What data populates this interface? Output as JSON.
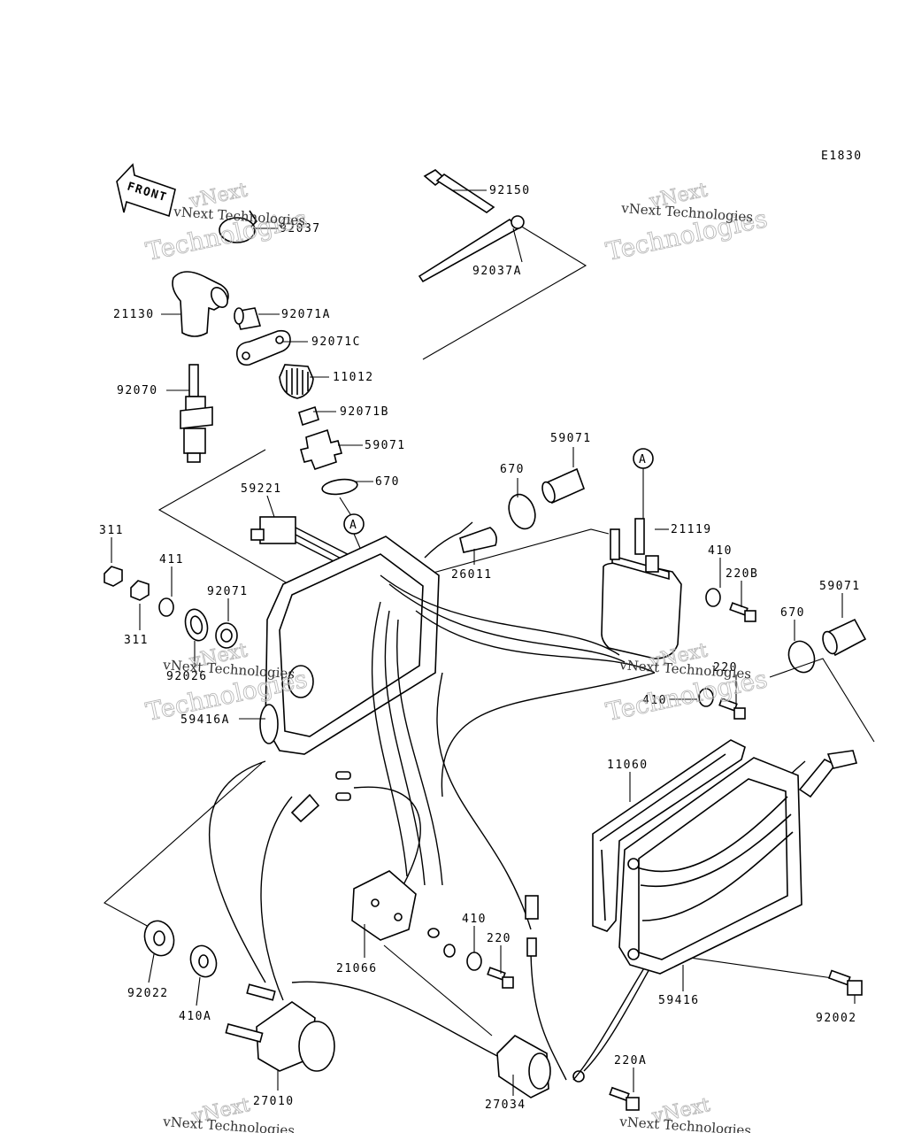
{
  "diagram_code": "E1830",
  "front_label": "FRONT",
  "callout_marker": "A",
  "watermark": {
    "line1": "vNext",
    "line2": "Technologies",
    "line3": "vNext Technologies"
  },
  "parts": {
    "p92150": "92150",
    "p92037A": "92037A",
    "p92037": "92037",
    "p21130": "21130",
    "p92071A": "92071A",
    "p92071C": "92071C",
    "p11012": "11012",
    "p92070": "92070",
    "p92071B": "92071B",
    "p59071_top": "59071",
    "p670_top": "670",
    "p59221": "59221",
    "p59071_mid": "59071",
    "p670_mid": "670",
    "p21119": "21119",
    "p311_a": "311",
    "p411": "411",
    "p92071": "92071",
    "p311_b": "311",
    "p92026": "92026",
    "p26011": "26011",
    "p410_r1": "410",
    "p220B": "220B",
    "p59071_right": "59071",
    "p670_right": "670",
    "p220_r": "220",
    "p410_r2": "410",
    "p59416A": "59416A",
    "p11060": "11060",
    "p21066": "21066",
    "p410_c": "410",
    "p220_c": "220",
    "p59416": "59416",
    "p92002": "92002",
    "p92022": "92022",
    "p410A": "410A",
    "p27010": "27010",
    "p27034": "27034",
    "p220A": "220A"
  }
}
